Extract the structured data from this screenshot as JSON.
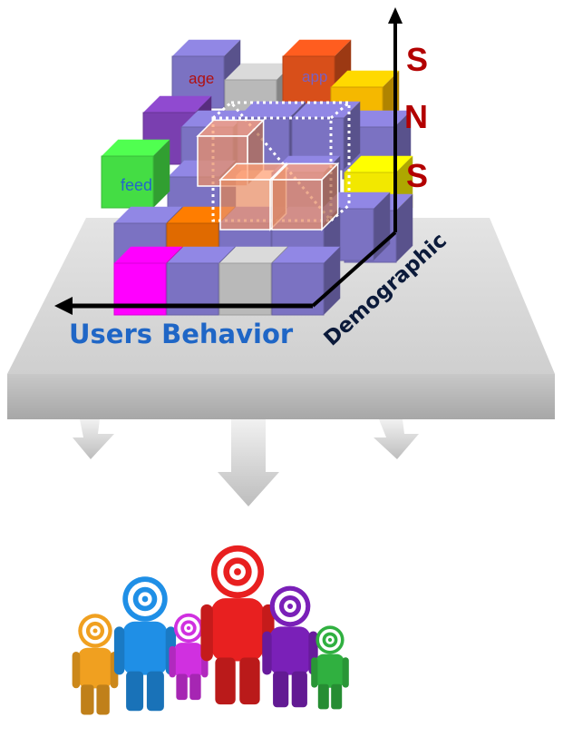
{
  "cube_labels": {
    "age": "age",
    "app": "app",
    "feed": "feed"
  },
  "axis_labels": {
    "sns": [
      "S",
      "N",
      "S"
    ],
    "users_behavior": "Users Behavior",
    "demographic": "Demographic"
  },
  "colors": {
    "cube_default": "#7b72c2",
    "cube_purple": "#7a3fb0",
    "cube_orange": "#e06a00",
    "cube_gold": "#f5b800",
    "cube_yellow": "#f2e800",
    "cube_magenta": "#ff00ff",
    "cube_gray": "#b9b9b9",
    "cube_green": "#44dd44",
    "cube_redorange": "#d84f1a",
    "highlight": "#e8906a",
    "platform": "#d3d3d3",
    "sns_text": "#b30000",
    "users_behavior_text": "#1f66c6",
    "demographic_text": "#0b1a3a"
  },
  "icons": [
    "stacked-cube-icon",
    "down-arrow-icon",
    "target-people-icon"
  ]
}
